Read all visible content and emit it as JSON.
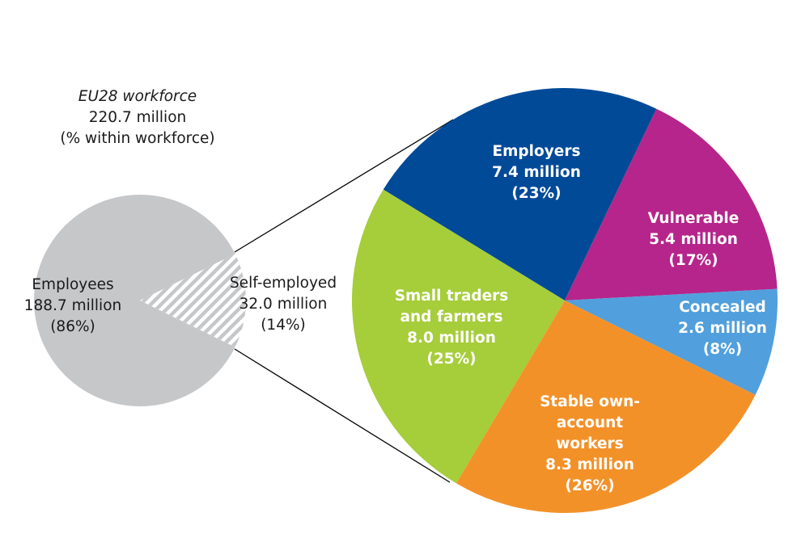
{
  "chart_data": {
    "type": "pie-of-pie",
    "title": "EU28 workforce",
    "subtitle_lines": [
      "220.7 million",
      "(% within workforce)"
    ],
    "main_pie": {
      "slices": [
        {
          "label": "Employees",
          "value_text": "188.7 million",
          "pct_text": "(86%)",
          "value": 188.7,
          "percent": 86,
          "color": "#c6c7c9"
        },
        {
          "label": "Self-employed",
          "value_text": "32.0 million",
          "pct_text": "(14%)",
          "value": 32.0,
          "percent": 14,
          "color": "#c6c7c9",
          "pattern": "diagonal-hatch"
        }
      ]
    },
    "breakdown_pie": {
      "of": "Self-employed",
      "slices": [
        {
          "label_lines": [
            "Employers"
          ],
          "value_text": "7.4 million",
          "pct_text": "(23%)",
          "value": 7.4,
          "percent": 23,
          "color": "#004a98"
        },
        {
          "label_lines": [
            "Vulnerable"
          ],
          "value_text": "5.4 million",
          "pct_text": "(17%)",
          "value": 5.4,
          "percent": 17,
          "color": "#b6258b"
        },
        {
          "label_lines": [
            "Concealed"
          ],
          "value_text": "2.6 million",
          "pct_text": "(8%)",
          "value": 2.6,
          "percent": 8,
          "color": "#519fdc"
        },
        {
          "label_lines": [
            "Stable own-",
            "account",
            "workers"
          ],
          "value_text": "8.3 million",
          "pct_text": "(26%)",
          "value": 8.3,
          "percent": 26,
          "color": "#f39129"
        },
        {
          "label_lines": [
            "Small traders",
            "and farmers"
          ],
          "value_text": "8.0 million",
          "pct_text": "(25%)",
          "value": 8.0,
          "percent": 25,
          "color": "#a6cd3a"
        }
      ]
    }
  }
}
